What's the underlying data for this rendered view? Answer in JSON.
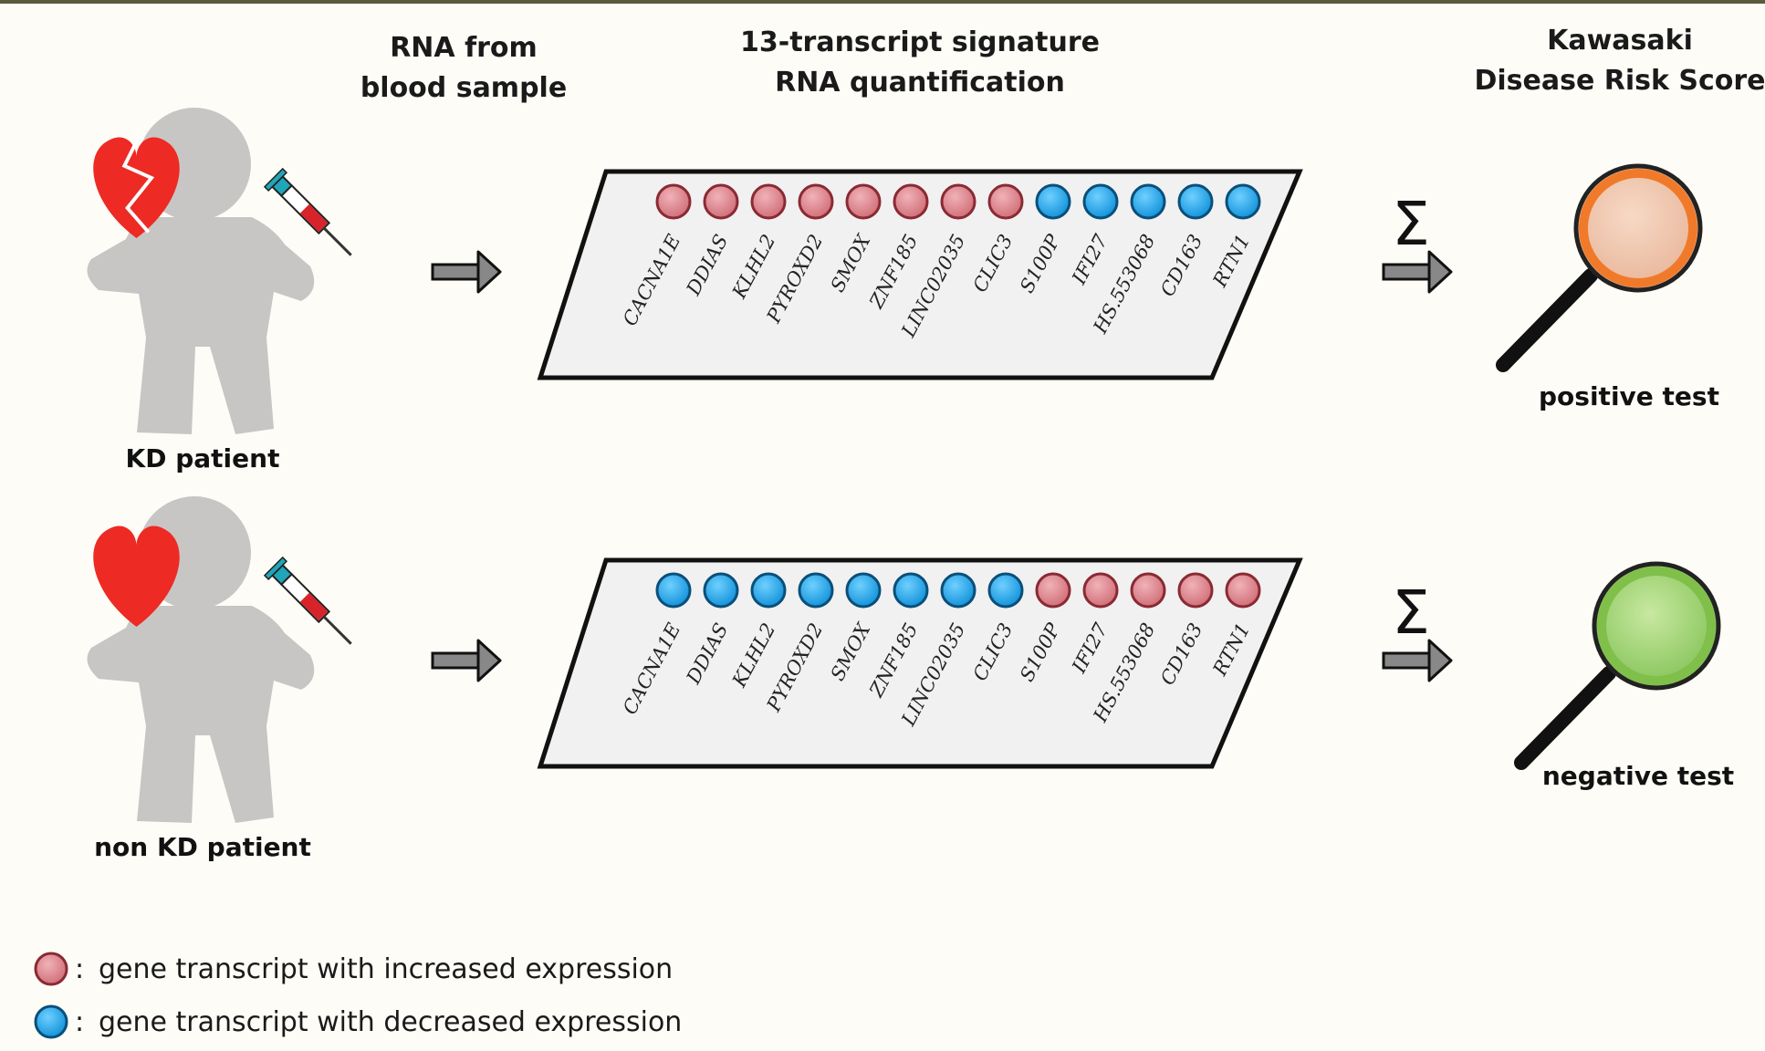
{
  "headers": {
    "rna_line1": "RNA from",
    "rna_line2": "blood sample",
    "sig_line1": "13-transcript signature",
    "sig_line2": "RNA quantification",
    "kd_line1": "Kawasaki",
    "kd_line2": "Disease Risk Score"
  },
  "patients": [
    {
      "label": "KD patient",
      "result": "positive test",
      "heart": "broken-heart",
      "expression": [
        "increased",
        "increased",
        "increased",
        "increased",
        "increased",
        "increased",
        "increased",
        "increased",
        "decreased",
        "decreased",
        "decreased",
        "decreased",
        "decreased"
      ]
    },
    {
      "label": "non KD patient",
      "result": "negative test",
      "heart": "heart",
      "expression": [
        "decreased",
        "decreased",
        "decreased",
        "decreased",
        "decreased",
        "decreased",
        "decreased",
        "decreased",
        "increased",
        "increased",
        "increased",
        "increased",
        "increased"
      ]
    }
  ],
  "genes": [
    "CACNA1E",
    "DDIAS",
    "KLHL2",
    "PYROXD2",
    "SMOX",
    "ZNF185",
    "LINC02035",
    "CLIC3",
    "S100P",
    "IFI27",
    "HS.553068",
    "CD163",
    "RTN1"
  ],
  "sum_symbol": "Σ",
  "legend": [
    {
      "type": "increased",
      "colon": ":",
      "text": "gene transcript with increased expression"
    },
    {
      "type": "decreased",
      "colon": ":",
      "text": "gene transcript with decreased expression"
    }
  ],
  "colors": {
    "increased": "#d9848c",
    "decreased": "#1ea3ea",
    "positive": "#f07a2a",
    "negative": "#7fbf4a",
    "figure": "#c8c6c4",
    "heart": "#ee2a24",
    "top_bar": "#5b5a3a"
  }
}
